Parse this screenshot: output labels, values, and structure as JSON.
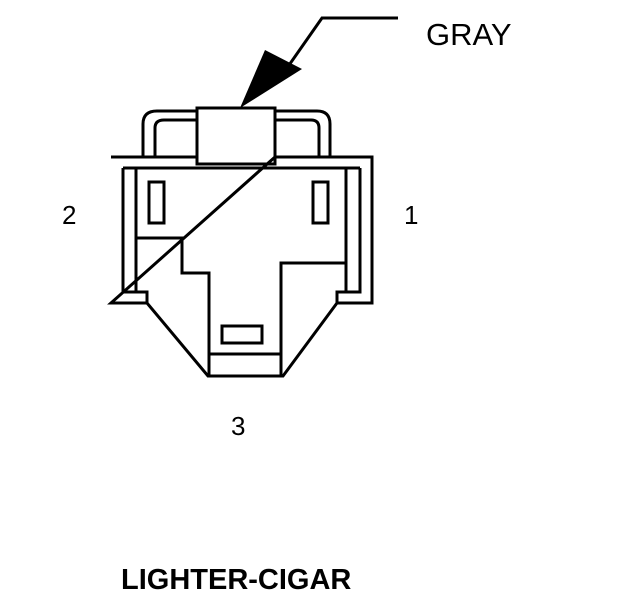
{
  "connector": {
    "callout_label": "GRAY",
    "pins": [
      {
        "label": "1"
      },
      {
        "label": "2"
      },
      {
        "label": "3"
      }
    ],
    "title": "LIGHTER-CIGAR"
  },
  "colors": {
    "ink": "#000000",
    "background": "#ffffff"
  }
}
